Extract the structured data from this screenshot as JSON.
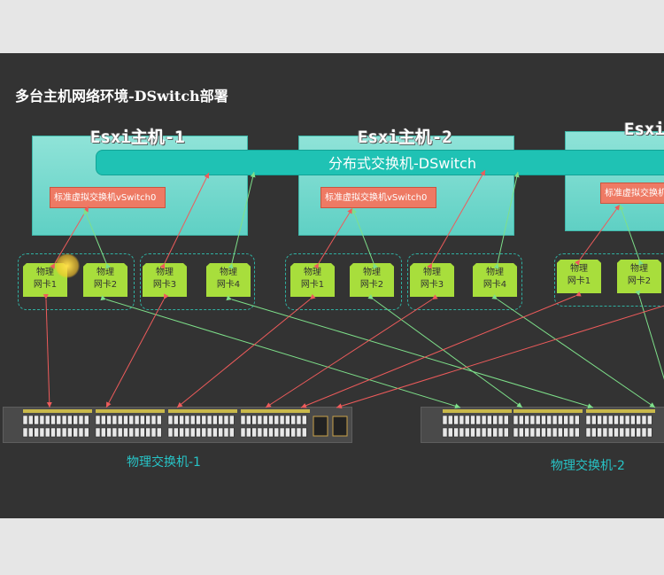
{
  "title": "多台主机网络环境-DSwitch部署",
  "hosts": [
    {
      "label": "Esxi主机-1",
      "vswitch": "标准虚拟交换机vSwitch0"
    },
    {
      "label": "Esxi主机-2",
      "vswitch": "标准虚拟交换机vSwitch0"
    },
    {
      "label": "Esxi",
      "vswitch": "标准虚拟交换机"
    }
  ],
  "dswitch": "分布式交换机-DSwitch",
  "nic_line1": "物理",
  "nics": [
    "网卡1",
    "网卡2",
    "网卡3",
    "网卡4",
    "网卡1",
    "网卡2",
    "网卡3",
    "网卡4",
    "网卡1",
    "网卡2"
  ],
  "physical_switches": [
    "物理交换机-1",
    "物理交换机-2"
  ],
  "colors": {
    "link_red": "#ee5b5b",
    "link_green": "#7ee08a",
    "nic": "#a8de3c",
    "host": "#6fd8cc",
    "dswitch": "#1fc2b4"
  }
}
